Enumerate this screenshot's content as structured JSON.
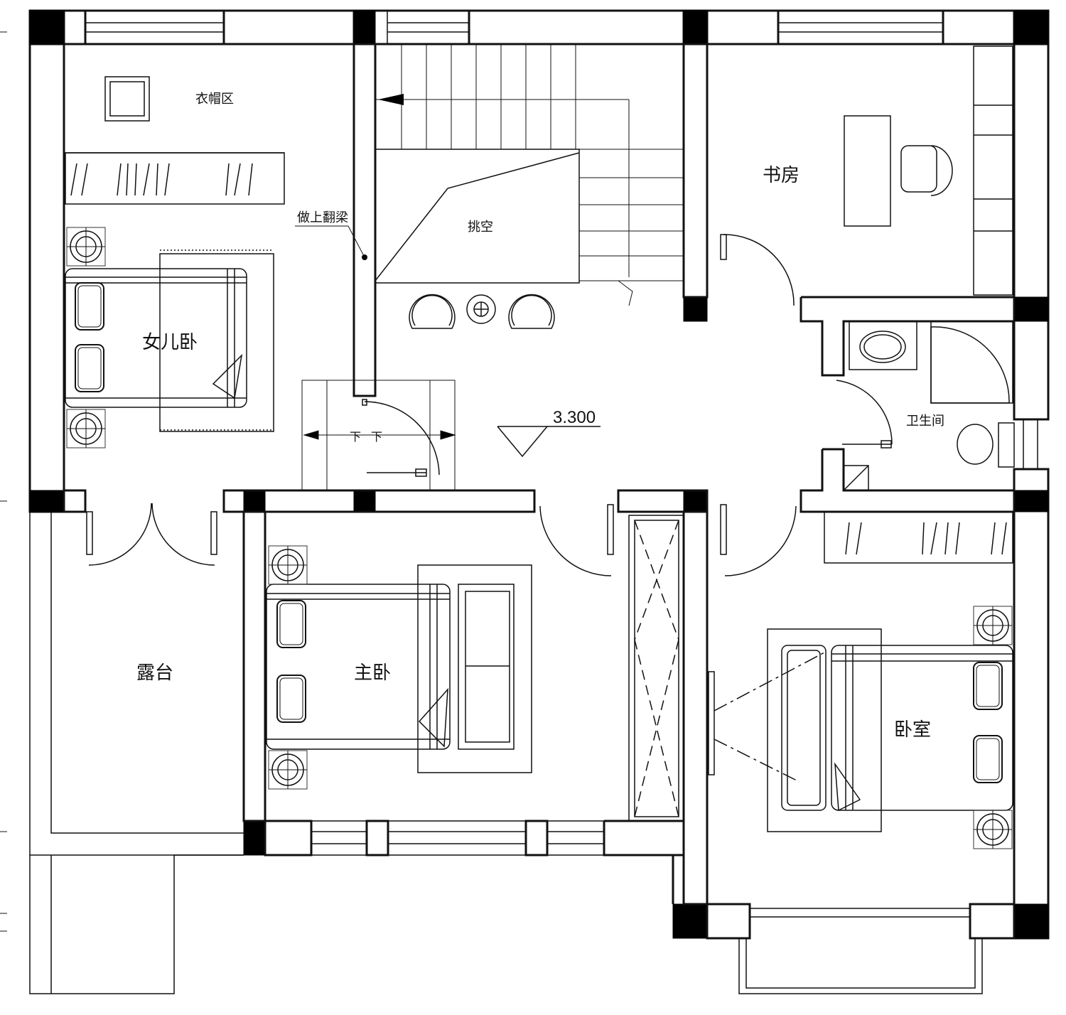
{
  "plan": {
    "rooms": {
      "cloakroom": "衣帽区",
      "study": "书房",
      "void": "挑空",
      "beam_note": "做上翻梁",
      "daughter_bedroom": "女儿卧",
      "bathroom": "卫生间",
      "terrace": "露台",
      "master_bedroom": "主卧",
      "bedroom": "卧室"
    },
    "stair_down_left": "下",
    "stair_down_right": "下",
    "floor_elevation": "3.300"
  }
}
